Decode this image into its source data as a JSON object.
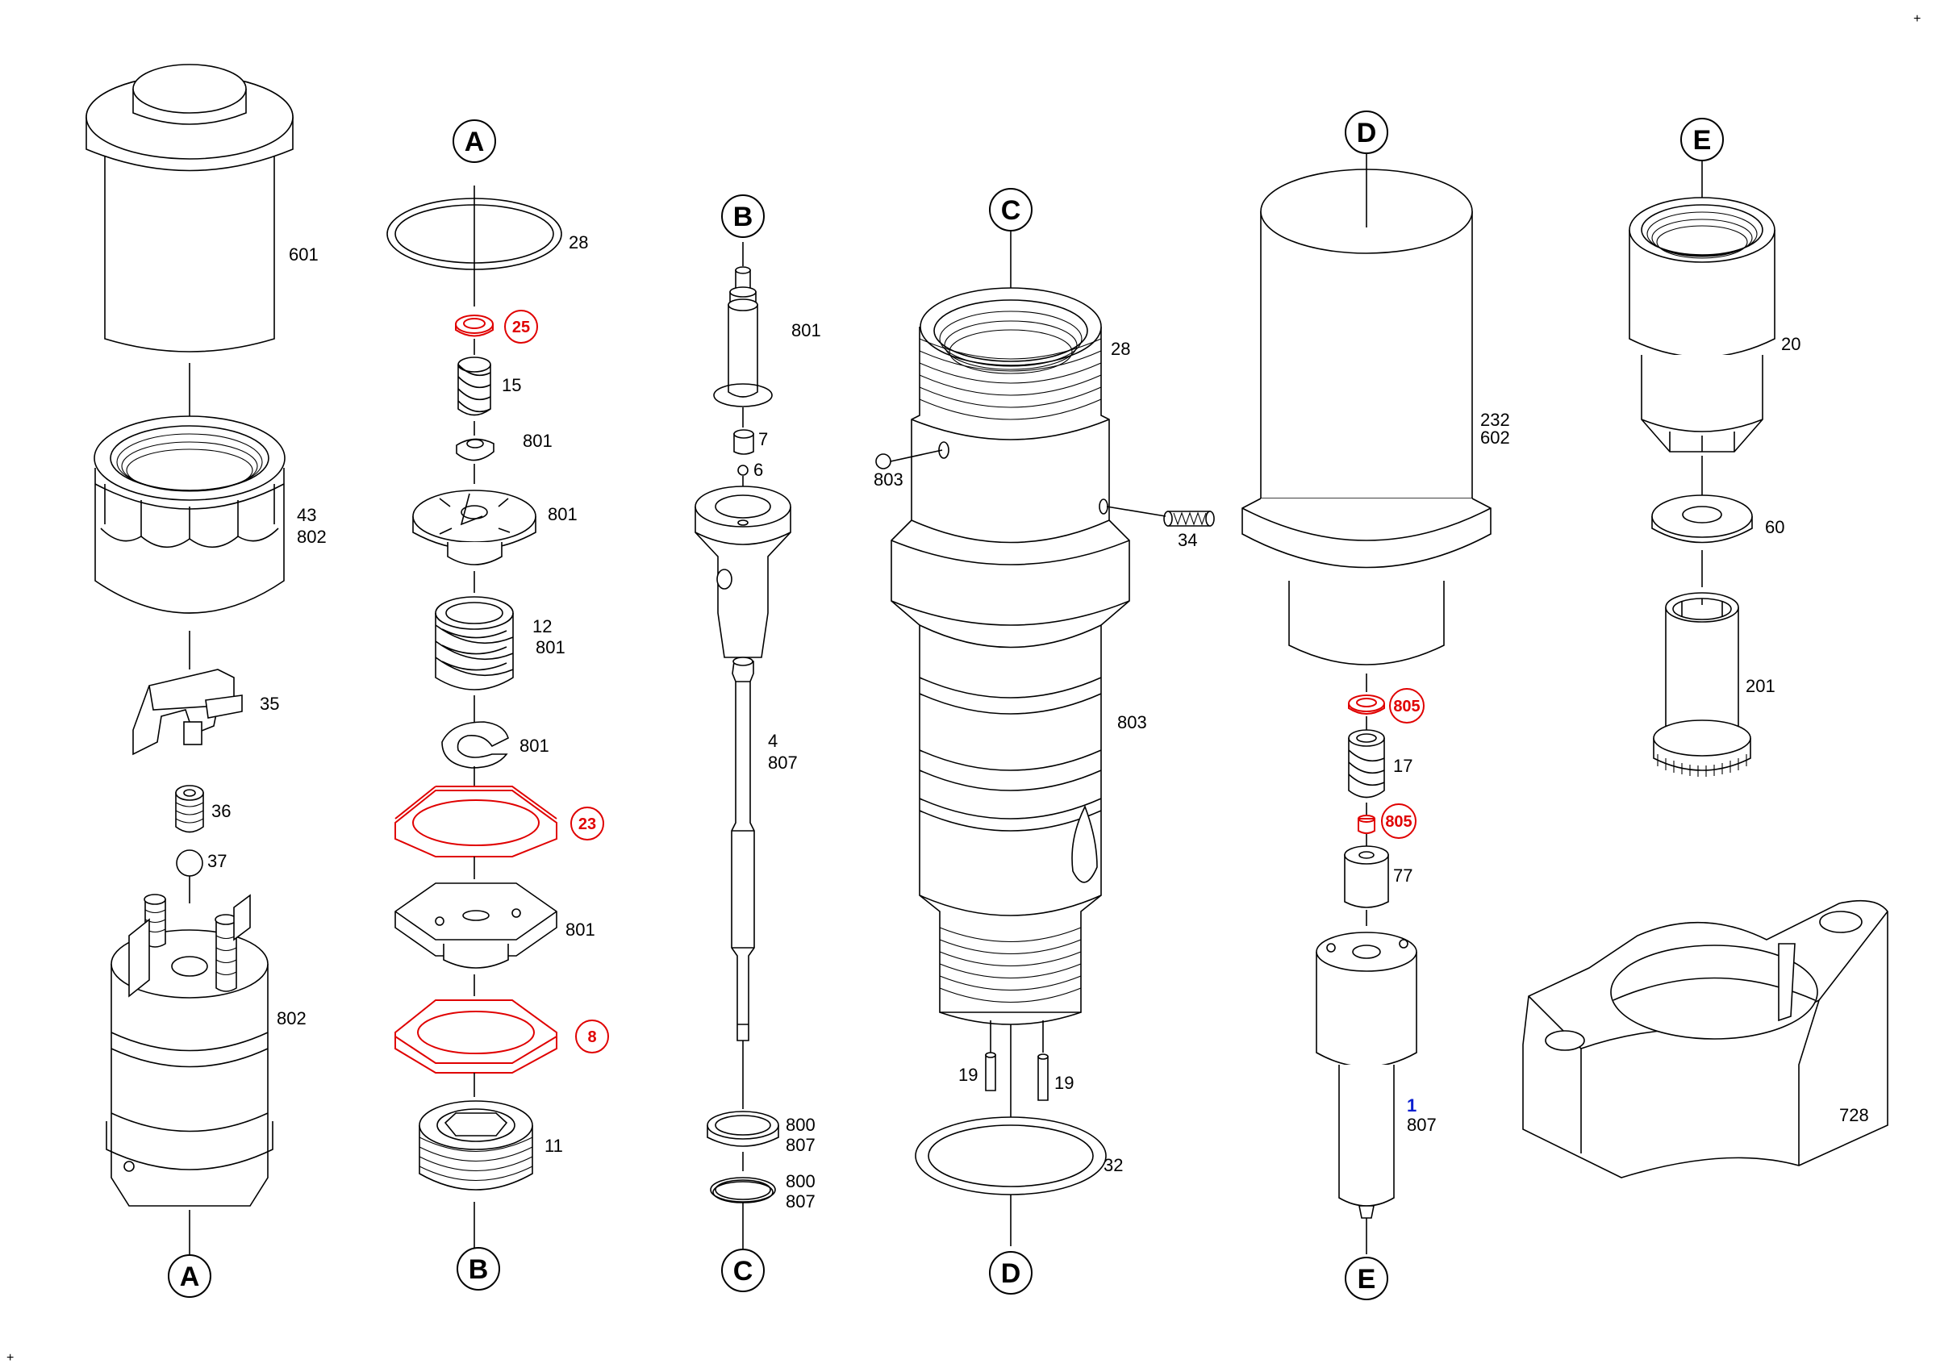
{
  "labels": {
    "l601": "601",
    "l43": "43",
    "l802a": "802",
    "l35": "35",
    "l36": "36",
    "l37": "37",
    "l802b": "802",
    "l28a": "28",
    "l15": "15",
    "l801a": "801",
    "l801b": "801",
    "l12": "12",
    "l801c": "801",
    "l801d": "801",
    "l801e": "801",
    "l11": "11",
    "l801f": "801",
    "l7": "7",
    "l6": "6",
    "l4": "4",
    "l807a": "807",
    "l800a": "800",
    "l807b": "807",
    "l800b": "800",
    "l807c": "807",
    "l28b": "28",
    "l803a": "803",
    "l34": "34",
    "l803b": "803",
    "l19a": "19",
    "l19b": "19",
    "l32": "32",
    "l232": "232",
    "l602": "602",
    "l17": "17",
    "l77": "77",
    "l807d": "807",
    "l20": "20",
    "l60": "60",
    "l201": "201",
    "l728": "728"
  },
  "highlighted": {
    "h25": "25",
    "h23": "23",
    "h8": "8",
    "h805a": "805",
    "h805b": "805"
  },
  "blue_label": "1",
  "connectors": {
    "A": "A",
    "B": "B",
    "C": "C",
    "D": "D",
    "E": "E"
  },
  "colors": {
    "line": "#000000",
    "highlight": "#e00000",
    "blue": "#0a1fd0",
    "background": "#ffffff"
  }
}
